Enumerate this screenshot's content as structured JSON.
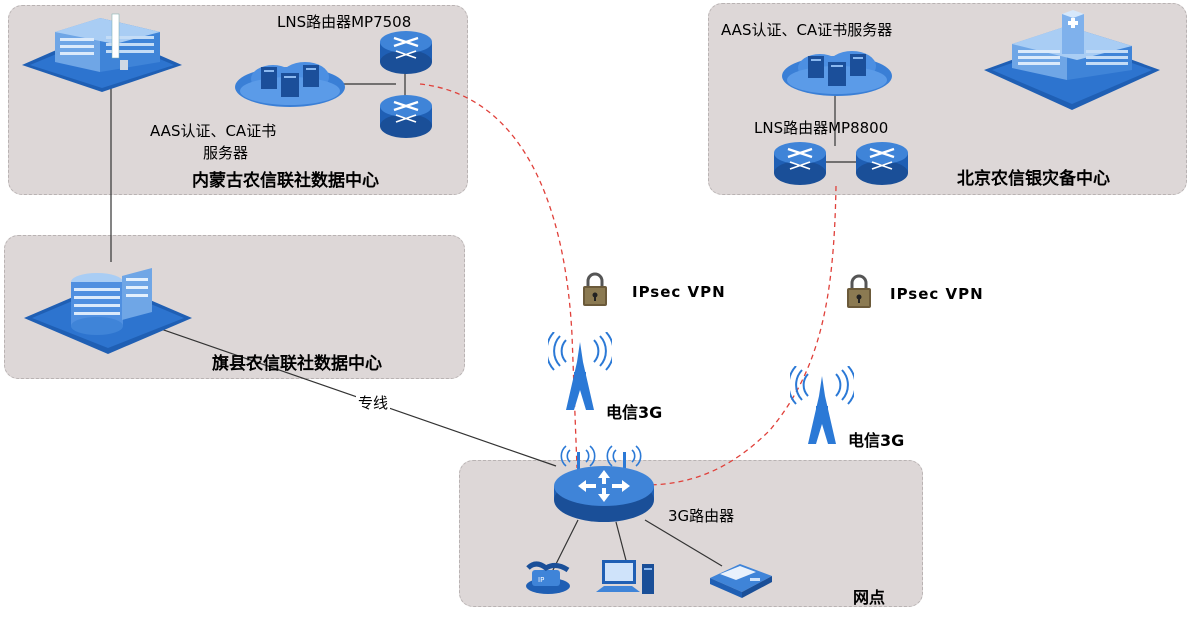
{
  "zones": {
    "nmg": {
      "title": "内蒙古农信联社数据中心"
    },
    "bj": {
      "title": "北京农信银灾备中心"
    },
    "qx": {
      "title": "旗县农信联社数据中心"
    },
    "wd": {
      "title": "网点"
    }
  },
  "labels": {
    "nmg_router": "LNS路由器MP7508",
    "nmg_server_1": "AAS认证、CA证书",
    "nmg_server_2": "服务器",
    "bj_server": "AAS认证、CA证书服务器",
    "bj_router": "LNS路由器MP8800",
    "vpn_left": "IPsec VPN",
    "vpn_right": "IPsec VPN",
    "tower_left": "电信3G",
    "tower_right": "电信3G",
    "leased_line": "专线",
    "router_3g": "3G路由器"
  },
  "colors": {
    "zone_bg": "#ddd7d7",
    "vpn_link": "#e0403a",
    "device_blue": "#1f5fb4",
    "line": "#333333"
  }
}
